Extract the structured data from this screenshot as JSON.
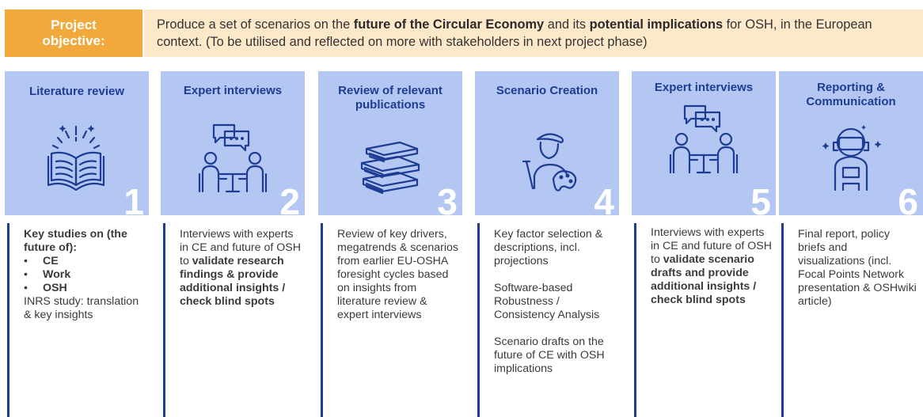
{
  "objective": {
    "label_line1": "Project",
    "label_line2": "objective:",
    "text_parts": [
      "Produce a set of scenarios on the ",
      "future of the Circular Economy",
      " and its ",
      "potential implications",
      " for OSH, in the European context. (To be utilised and reflected on more with stakeholders in next project phase)"
    ]
  },
  "stages": [
    {
      "title": "Literature review",
      "number": "1",
      "icon": "open-book-icon",
      "desc": {
        "heading": "Key studies on (the future of):",
        "bullets": [
          "CE",
          "Work",
          "OSH"
        ],
        "tail": "INRS study: translation & key insights"
      }
    },
    {
      "title": "Expert interviews",
      "number": "2",
      "icon": "interview-icon",
      "desc": {
        "plain": "Interviews with experts in CE and future of OSH to ",
        "bold": "validate research findings & provide additional insights / check blind spots"
      }
    },
    {
      "title": "Review of relevant publications",
      "number": "3",
      "icon": "book-stack-icon",
      "desc": {
        "text": "Review of key drivers, megatrends & scenarios from earlier EU-OSHA foresight cycles based on insights from literature review & expert interviews"
      }
    },
    {
      "title": "Scenario Creation",
      "number": "4",
      "icon": "painter-icon",
      "desc": {
        "paragraphs": [
          "Key factor selection & descriptions, incl. projections",
          "Software-based Robustness / Consistency Analysis",
          "Scenario drafts on the future of CE with OSH implications"
        ]
      }
    },
    {
      "title": "Expert interviews",
      "number": "5",
      "icon": "interview-icon",
      "desc": {
        "plain": "Interviews with experts in CE and future of OSH to ",
        "bold": "validate scenario drafts and provide additional insights / check blind spots"
      }
    },
    {
      "title": "Reporting & Communication",
      "number": "6",
      "icon": "astronaut-icon",
      "desc": {
        "text": "Final report, policy briefs and visualizations (incl. Focal Points Network presentation & OSHwiki article)"
      }
    }
  ],
  "colors": {
    "accent_orange": "#f2a93b",
    "light_orange": "#fde9c9",
    "stage_blue": "#b4c7f2",
    "navy": "#1f3c93"
  }
}
